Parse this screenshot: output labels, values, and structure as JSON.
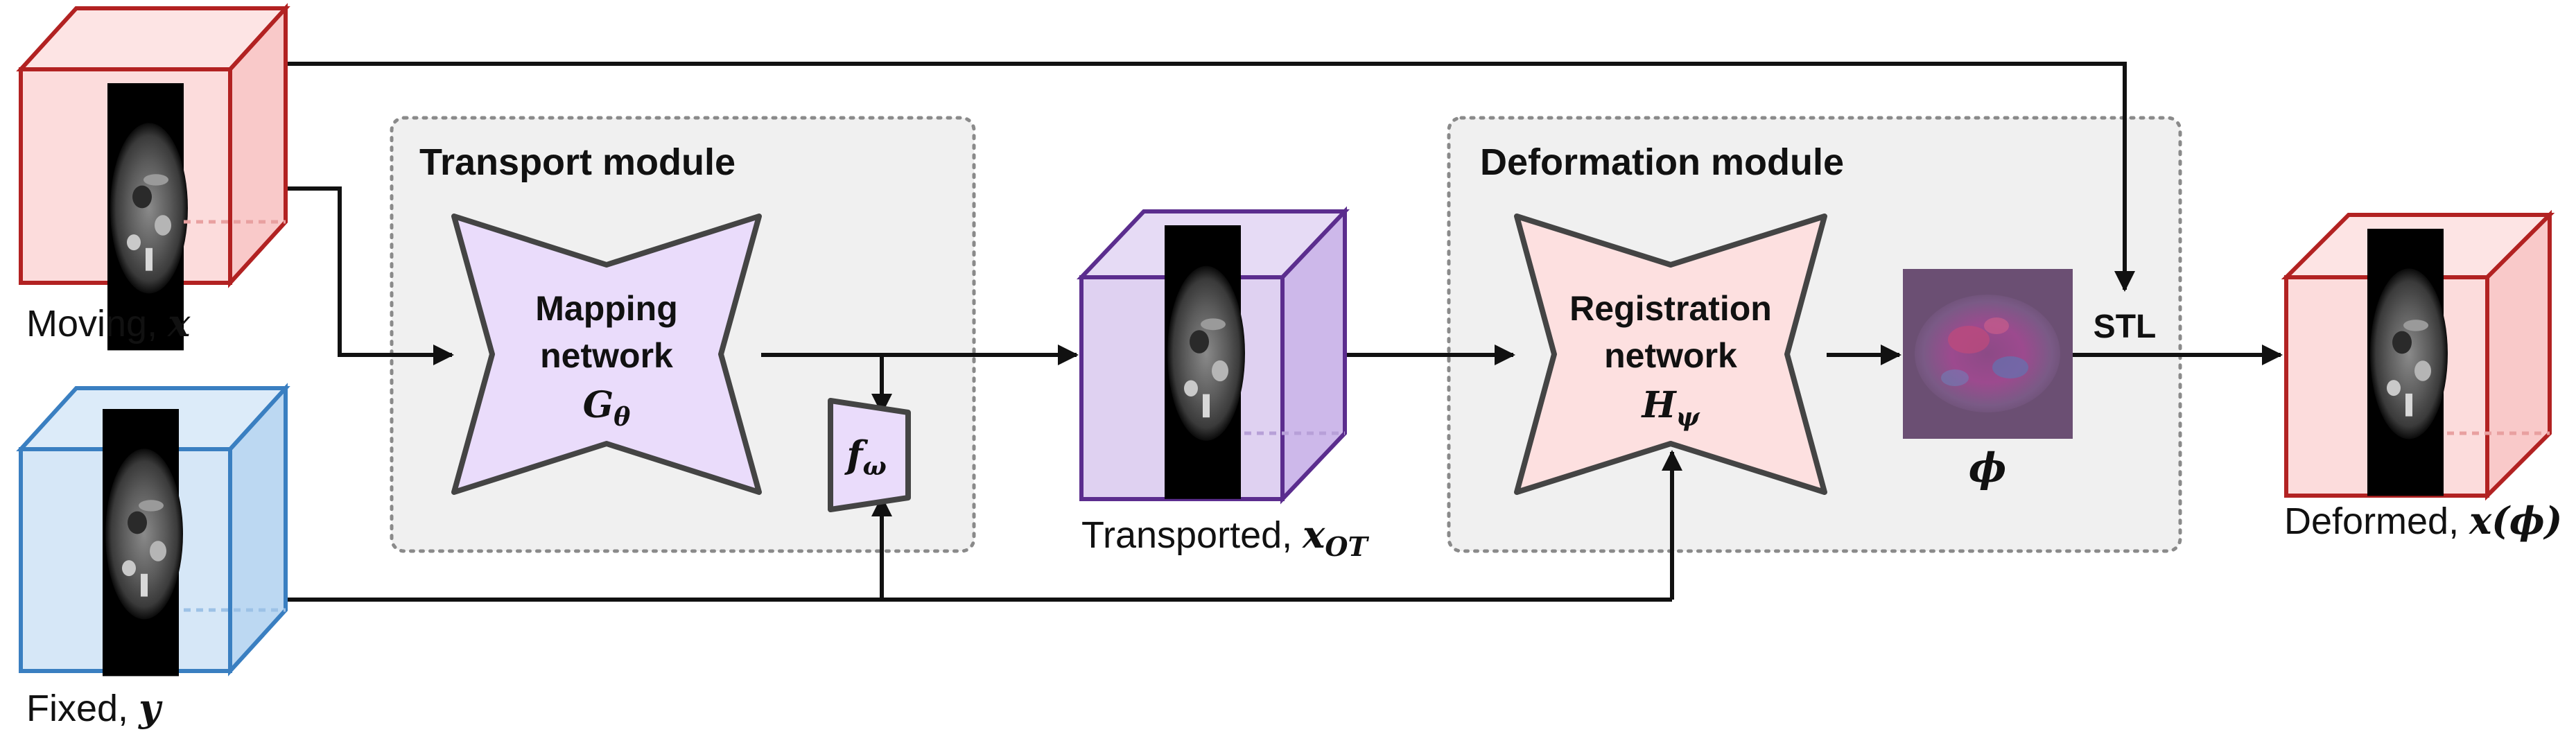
{
  "modules": {
    "transport_title": "Transport module",
    "deformation_title": "Deformation module"
  },
  "networks": {
    "mapping": {
      "line1": "Mapping",
      "line2": "network",
      "symbol_base": "G",
      "symbol_sub": "θ"
    },
    "critic": {
      "symbol_base": "f",
      "symbol_sub": "ω"
    },
    "registration": {
      "line1": "Registration",
      "line2": "network",
      "symbol_base": "H",
      "symbol_sub": "ψ"
    }
  },
  "volumes": {
    "moving": {
      "text": "Moving, ",
      "math": "x"
    },
    "fixed": {
      "text": "Fixed, ",
      "math": "y"
    },
    "transported": {
      "text": "Transported, ",
      "math_base": "x",
      "math_sub": "OT"
    },
    "deformed": {
      "text": "Deformed, ",
      "math": "x(ϕ)"
    }
  },
  "field": {
    "symbol": "ϕ"
  },
  "stl": {
    "label": "STL"
  },
  "colors": {
    "moving_stroke": "#b22222",
    "moving_fill": "#fcd6d6",
    "fixed_stroke": "#3a7fc1",
    "fixed_fill": "#cfe3f6",
    "transported_stroke": "#5b2d8e",
    "transported_fill": "#d9c9ef",
    "mapping_fill": "#eadcfb",
    "registration_fill": "#fde0e0",
    "module_bg": "#f0f0f0",
    "network_stroke": "#444444",
    "arrow": "#111111"
  },
  "icons": {
    "slice": "ct-slice-image",
    "field": "deformation-field-image"
  }
}
